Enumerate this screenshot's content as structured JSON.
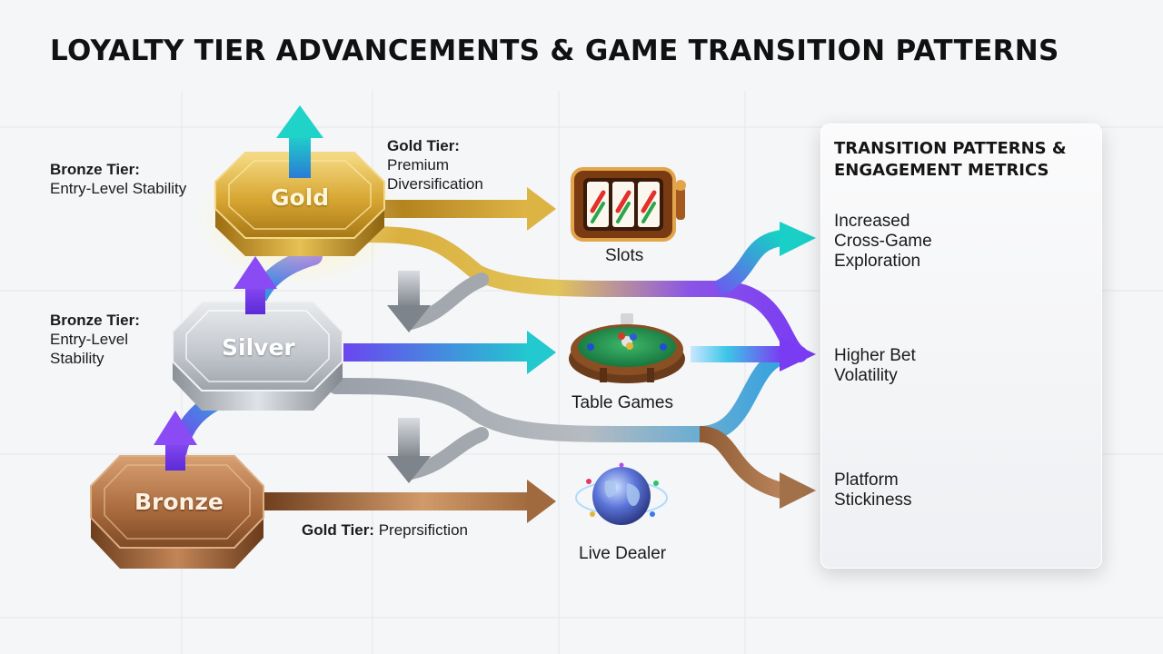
{
  "title": "LOYALTY TIER ADVANCEMENTS & GAME TRANSITION PATTERNS",
  "tiers": {
    "gold": "Gold",
    "silver": "Silver",
    "bronze": "Bronze"
  },
  "annotations": {
    "bronze_top": {
      "heading": "Bronze Tier:",
      "text": "Entry-Level Stability"
    },
    "bronze_middle": {
      "heading": "Bronze Tier:",
      "line1": "Entry-Level",
      "line2": "Stability"
    },
    "gold_top": {
      "heading": "Gold Tier:",
      "line1": "Premium",
      "line2": "Diversification"
    },
    "gold_bottom": {
      "heading": "Gold Tier:",
      "text": "Preprsifiction"
    }
  },
  "games": {
    "slots": "Slots",
    "table_games": "Table Games",
    "live_dealer": "Live Dealer"
  },
  "panel": {
    "title_line1": "TRANSITION PATTERNS &",
    "title_line2": "ENGAGEMENT METRICS",
    "metrics": [
      {
        "line1": "Increased",
        "line2": "Cross-Game",
        "line3": "Exploration",
        "icon": "network-icon"
      },
      {
        "line1": "Higher Bet",
        "line2": "Volatility",
        "icon": "line-chart-icon"
      },
      {
        "line1": "Platform",
        "line2": "Stickiness",
        "icon": "bar-chart-icon"
      }
    ]
  },
  "colors": {
    "gold": "#d9a92e",
    "silver": "#b9bec6",
    "bronze": "#a9683a",
    "purple": "#7b3cf2",
    "teal": "#19c9c6",
    "green": "#1fae4a",
    "red": "#e53b2a"
  }
}
